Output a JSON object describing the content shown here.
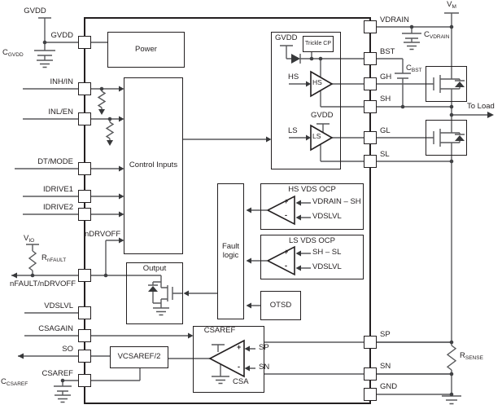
{
  "colors": {
    "background": "#ffffff",
    "wire": "#58595b",
    "outline": "#231f20",
    "text": "#231f20"
  },
  "pins": {
    "left": {
      "gvdd": "GVDD",
      "inh": "INH/IN",
      "inl": "INL/EN",
      "dt": "DT/MODE",
      "idrive1": "IDRIVE1",
      "idrive2": "IDRIVE2",
      "nfault": "nFAULT/nDRVOFF",
      "vdslvl": "VDSLVL",
      "csagain": "CSAGAIN",
      "so": "SO",
      "csaref": "CSAREF"
    },
    "right": {
      "vdrain": "VDRAIN",
      "bst": "BST",
      "gh": "GH",
      "sh": "SH",
      "gl": "GL",
      "sl": "SL",
      "sp": "SP",
      "sn": "SN",
      "gnd": "GND"
    }
  },
  "blocks": {
    "power": "Power",
    "control_inputs": "Control Inputs",
    "gate_driver": {
      "gvdd_hs": "GVDD",
      "trickle_cp": "Trickle CP",
      "hs_input": "HS",
      "hs_driver": "HS",
      "gvdd_ls": "GVDD",
      "ls_input": "LS",
      "ls_driver": "LS"
    },
    "fault_logic": "Fault logic",
    "output": "Output",
    "otsd": "OTSD",
    "hs_vds_ocp": {
      "title": "HS VDS OCP",
      "plus": "+",
      "minus": "-",
      "input_plus": "VDRAIN – SH",
      "input_minus": "VDSLVL"
    },
    "ls_vds_ocp": {
      "title": "LS VDS OCP",
      "plus": "+",
      "minus": "-",
      "input_plus": "SH – SL",
      "input_minus": "VDSLVL"
    },
    "csa": {
      "ref": "CSAREF",
      "plus": "+",
      "minus": "-",
      "input_plus": "SP",
      "input_minus": "SN",
      "name": "CSA"
    },
    "vcsaref2": {
      "pre": "V",
      "sub": "CSAREF",
      "post": "/2"
    }
  },
  "signals": {
    "ndrvoff": "nDRVOFF",
    "to_load": "To Load"
  },
  "external": {
    "gvdd_supply": "GVDD",
    "vm": {
      "pre": "V",
      "sub": "M"
    },
    "v_io": {
      "pre": "V",
      "sub": "IO"
    },
    "c_gvdd": {
      "pre": "C",
      "sub": "GVDD"
    },
    "c_vdrain": {
      "pre": "C",
      "sub": "VDRAIN"
    },
    "c_bst": {
      "pre": "C",
      "sub": "BST"
    },
    "c_csaref": {
      "pre": "C",
      "sub": "CSAREF"
    },
    "r_nfault": {
      "pre": "R",
      "sub": "nFAULT"
    },
    "r_sense": {
      "pre": "R",
      "sub": "SENSE"
    }
  }
}
